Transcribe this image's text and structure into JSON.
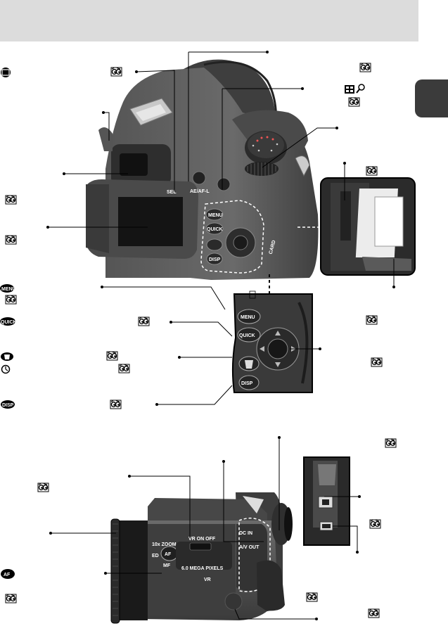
{
  "camera_labels": {
    "acae_l": "AE/AF-L",
    "sel": "SEL",
    "menu": "MENU",
    "quick": "QUICK",
    "disp": "DISP",
    "card": "CARD",
    "zoom": "10x ZOOM",
    "ed": "ED",
    "af": "AF",
    "mf": "MF",
    "megapixels": "6.0 MEGA PIXELS",
    "vr": "VR",
    "vr_on_off": "VR ON   OFF",
    "av_out": "A/V OUT",
    "dc_in": "DC IN"
  },
  "legend_icons": {
    "menu": "MENU",
    "quick": "QUICK",
    "af": "AF"
  },
  "icons": [
    "eye-icon",
    "thumbnail-icon",
    "magnify-icon",
    "trash-icon",
    "self-timer-icon",
    "lcd-icon"
  ]
}
